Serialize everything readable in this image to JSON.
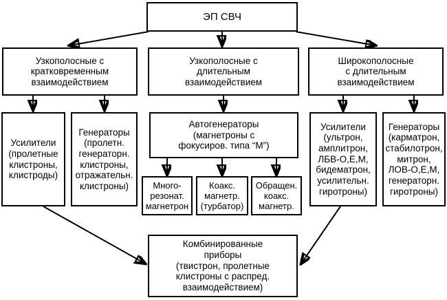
{
  "diagram": {
    "title": "ЭП СВЧ",
    "type": "classification-tree",
    "nodes": {
      "root": {
        "label": "ЭП СВЧ"
      },
      "level2": [
        {
          "id": "narrowband-short",
          "label": "Узкополосные с\nкратковременным\nвзаимодействием"
        },
        {
          "id": "narrowband-long",
          "label": "Узкополосные с\nдлительным\nвзаимодействием"
        },
        {
          "id": "broadband-long",
          "label": "Широкополосные\nс длительным\nвзаимодействием"
        }
      ],
      "level3": [
        {
          "id": "amplifiers-left",
          "label": "Усилители\n(пролетные\nклистроны,\nклистроды)"
        },
        {
          "id": "generators-left",
          "label": "Генераторы\n(пролетн.\nгенераторн.\nклистроны,\nотражательн.\nклистроны)"
        },
        {
          "id": "autogenerators",
          "label": "Автогенераторы\n(магнетроны с\nфокусиров. типа “М”)"
        },
        {
          "id": "amplifiers-right",
          "label": "Усилители\n(ультрон,\nамплитрон,\nЛБВ-О,Е,М,\nбидематрон,\nусилительн.\nгиротроны)"
        },
        {
          "id": "generators-right",
          "label": "Генераторы\n(карматрон,\nстабилотрон,\nмитрон,\nЛОВ-О,Е,М,\nгенераторн.\nгиротроны)"
        }
      ],
      "level4": [
        {
          "id": "multiresonant-magnetron",
          "label": "Много-\nрезонат.\nмагнетрон"
        },
        {
          "id": "coaxial-magnetron",
          "label": "Коакс.\nмагнетр.\n(турбатор)"
        },
        {
          "id": "inverted-coaxial-magnetron",
          "label": "Обращен.\nкоакс.\nмагнетр."
        }
      ],
      "bottom": {
        "id": "combined-devices",
        "label": "Комбинированные\nприборы\n(твистрон, пролетные\nклистроны с распред.\nвзаимодействием)"
      }
    },
    "colors": {
      "stroke": "#000000",
      "fill": "#ffffff",
      "text": "#000000"
    }
  }
}
